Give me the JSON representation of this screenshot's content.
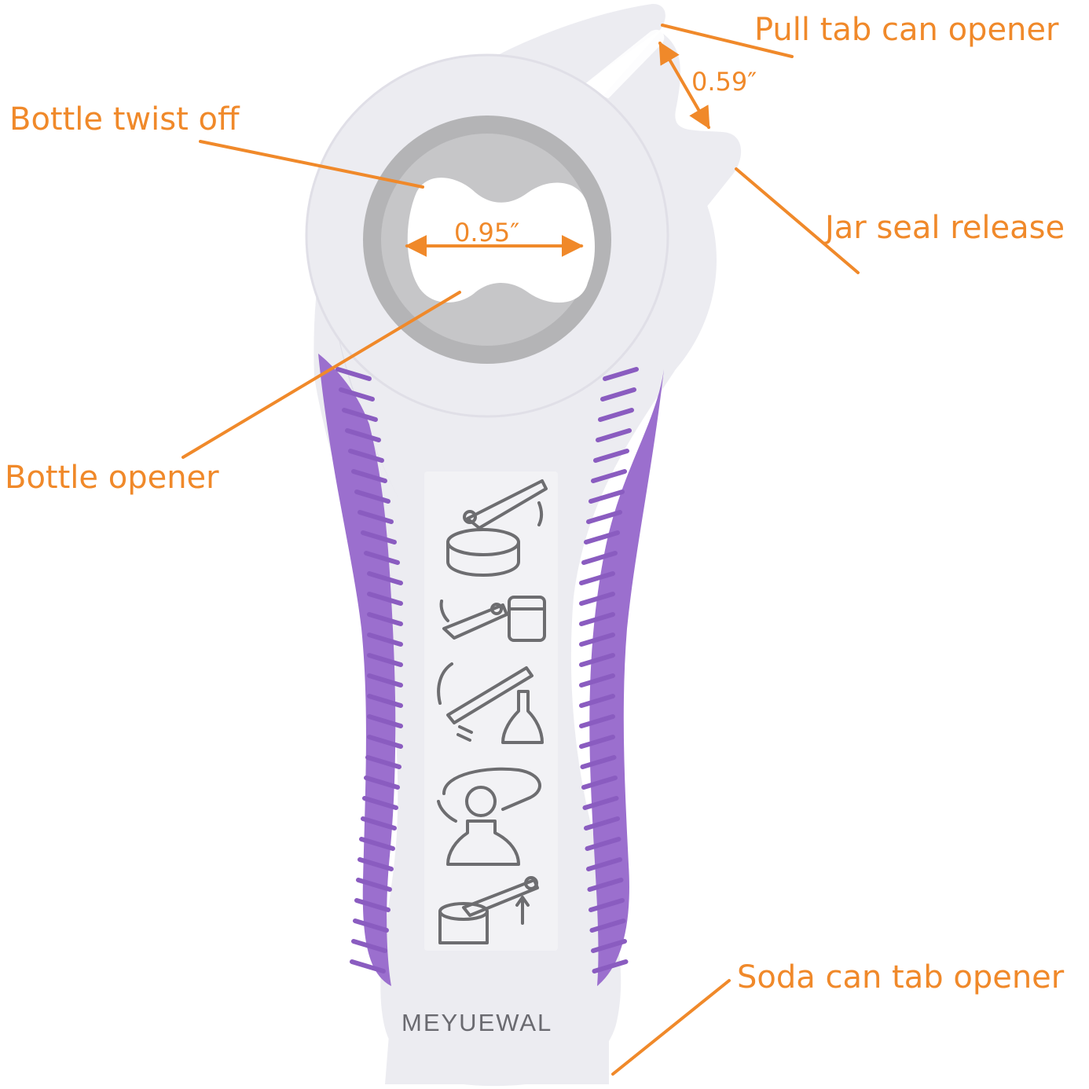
{
  "product": {
    "brand": "MEYUEWAL",
    "colors": {
      "body": "#ececf1",
      "body_shadow": "#d9d8e2",
      "grip": "#9b6fce",
      "grip_rib": "#8a5cc0",
      "insert": "#b4b4b6",
      "insert_inner": "#c6c6c8",
      "icon_stroke": "#6d6d70",
      "callout": "#f0892a"
    }
  },
  "callouts": {
    "pull_tab": "Pull tab can opener",
    "twist_off": "Bottle twist off",
    "jar_seal": "Jar seal release",
    "bottle_opener": "Bottle opener",
    "soda_tab": "Soda can tab opener"
  },
  "dimensions": {
    "hook_gap": "0.59″",
    "opening_width": "0.95″"
  },
  "instruction_icons": [
    "pull-tab-can-icon",
    "jar-lid-icon",
    "bottle-cap-icon",
    "twist-off-cap-icon",
    "soda-can-icon"
  ]
}
